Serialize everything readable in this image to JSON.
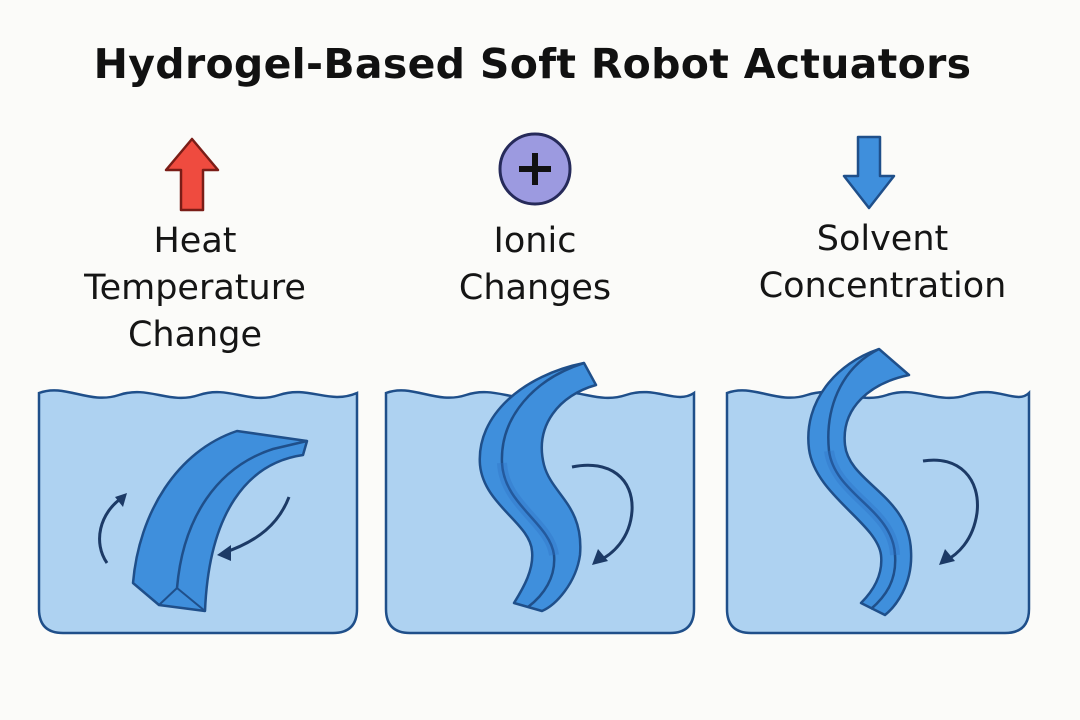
{
  "title": "Hydrogel-Based Soft Robot Actuators",
  "panels": [
    {
      "icon": "up-arrow-icon",
      "label_lines": [
        "Heat",
        "Temperature",
        "Change"
      ]
    },
    {
      "icon": "plus-circle-icon",
      "label_lines": [
        "Ionic",
        "Changes"
      ]
    },
    {
      "icon": "down-arrow-icon",
      "label_lines": [
        "Solvent",
        "Concentration"
      ]
    }
  ],
  "colors": {
    "heat_arrow": "#ef4b3f",
    "ion_circle": "#9c9ae0",
    "solvent_arrow": "#3f8fdc",
    "water": "#aed2f1",
    "water_outline": "#1f4f8a",
    "hydrogel": "#3f8fdc",
    "hydrogel_dark": "#2f6fc4",
    "motion_arrow": "#1c3a66"
  }
}
